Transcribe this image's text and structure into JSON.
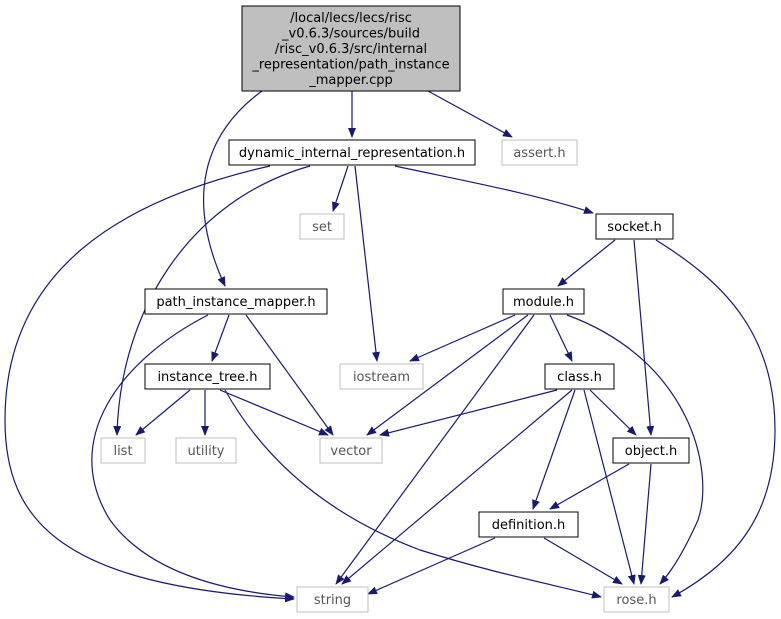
{
  "diagram": {
    "type": "include-dependency-graph",
    "colors": {
      "edge": "#191970",
      "root_fill": "#bfbfbf",
      "node_border": "#000000",
      "external_border": "#bfbfbf",
      "external_text": "#555555"
    },
    "nodes": [
      {
        "id": "root",
        "label": [
          "/local/lecs/lecs/risc",
          "_v0.6.3/sources/build",
          "/risc_v0.6.3/src/internal",
          "_representation/path_instance",
          "_mapper.cpp"
        ],
        "style": "root"
      },
      {
        "id": "dir",
        "label": [
          "dynamic_internal_representation.h"
        ],
        "style": "normal"
      },
      {
        "id": "assert",
        "label": [
          "assert.h"
        ],
        "style": "external"
      },
      {
        "id": "set",
        "label": [
          "set"
        ],
        "style": "external"
      },
      {
        "id": "socket",
        "label": [
          "socket.h"
        ],
        "style": "normal"
      },
      {
        "id": "pim",
        "label": [
          "path_instance_mapper.h"
        ],
        "style": "normal"
      },
      {
        "id": "module",
        "label": [
          "module.h"
        ],
        "style": "normal"
      },
      {
        "id": "instance_tree",
        "label": [
          "instance_tree.h"
        ],
        "style": "normal"
      },
      {
        "id": "iostream",
        "label": [
          "iostream"
        ],
        "style": "external"
      },
      {
        "id": "class",
        "label": [
          "class.h"
        ],
        "style": "normal"
      },
      {
        "id": "list",
        "label": [
          "list"
        ],
        "style": "external"
      },
      {
        "id": "utility",
        "label": [
          "utility"
        ],
        "style": "external"
      },
      {
        "id": "vector",
        "label": [
          "vector"
        ],
        "style": "external"
      },
      {
        "id": "object",
        "label": [
          "object.h"
        ],
        "style": "normal"
      },
      {
        "id": "definition",
        "label": [
          "definition.h"
        ],
        "style": "normal"
      },
      {
        "id": "string",
        "label": [
          "string"
        ],
        "style": "external"
      },
      {
        "id": "rose",
        "label": [
          "rose.h"
        ],
        "style": "external"
      }
    ],
    "edges": [
      [
        "root",
        "dir"
      ],
      [
        "root",
        "assert"
      ],
      [
        "root",
        "pim"
      ],
      [
        "dir",
        "set"
      ],
      [
        "dir",
        "socket"
      ],
      [
        "dir",
        "iostream"
      ],
      [
        "dir",
        "list"
      ],
      [
        "dir",
        "string"
      ],
      [
        "socket",
        "module"
      ],
      [
        "socket",
        "object"
      ],
      [
        "socket",
        "rose"
      ],
      [
        "pim",
        "instance_tree"
      ],
      [
        "pim",
        "vector"
      ],
      [
        "pim",
        "string"
      ],
      [
        "module",
        "iostream"
      ],
      [
        "module",
        "class"
      ],
      [
        "module",
        "vector"
      ],
      [
        "module",
        "string"
      ],
      [
        "module",
        "rose"
      ],
      [
        "instance_tree",
        "list"
      ],
      [
        "instance_tree",
        "utility"
      ],
      [
        "instance_tree",
        "vector"
      ],
      [
        "instance_tree",
        "rose"
      ],
      [
        "class",
        "vector"
      ],
      [
        "class",
        "object"
      ],
      [
        "class",
        "definition"
      ],
      [
        "class",
        "string"
      ],
      [
        "class",
        "rose"
      ],
      [
        "object",
        "definition"
      ],
      [
        "object",
        "rose"
      ],
      [
        "definition",
        "string"
      ],
      [
        "definition",
        "rose"
      ]
    ]
  }
}
